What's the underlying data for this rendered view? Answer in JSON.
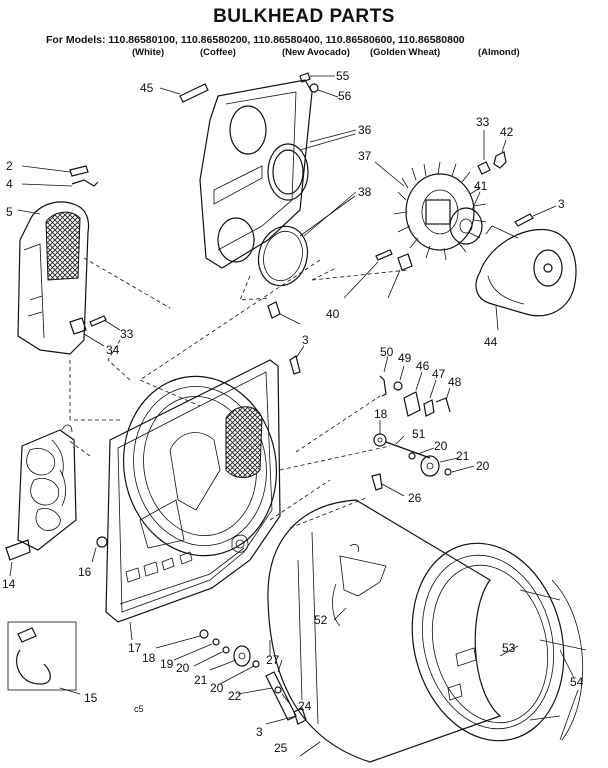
{
  "title": "BULKHEAD PARTS",
  "models_line": "For Models: 110.86580100, 110.86580200, 110.86580400, 110.86580600, 110.86580800",
  "colors": [
    "(White)",
    "(Coffee)",
    "(New Avocado)",
    "(Golden Wheat)",
    "(Almond)"
  ],
  "footer_code": "c5",
  "callouts": [
    "45",
    "55",
    "56",
    "36",
    "37",
    "38",
    "33",
    "42",
    "41",
    "3",
    "2",
    "4",
    "5",
    "33",
    "34",
    "40",
    "44",
    "3",
    "50",
    "49",
    "46",
    "47",
    "48",
    "18",
    "51",
    "20",
    "21",
    "20",
    "26",
    "14",
    "16",
    "52",
    "17",
    "18",
    "19",
    "20",
    "21",
    "20",
    "22",
    "24",
    "3",
    "25",
    "27",
    "53",
    "54",
    "15"
  ]
}
